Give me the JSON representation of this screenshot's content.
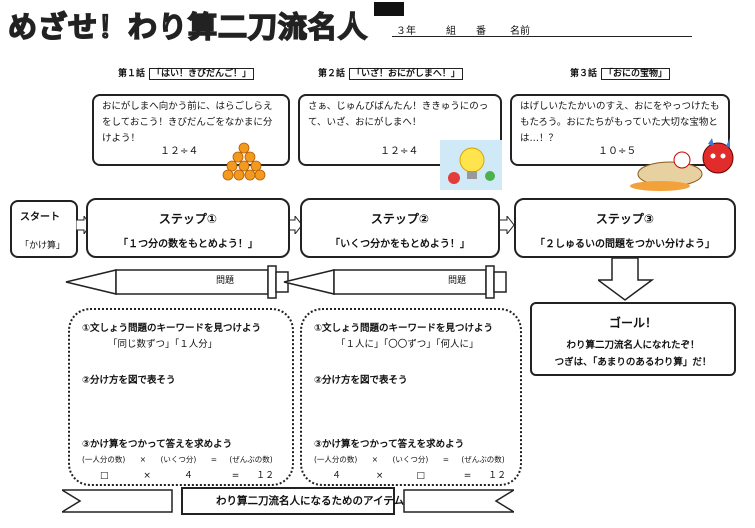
{
  "title": "めざせ！わり算二刀流名人",
  "student_info": {
    "grade": "３年",
    "class": "組",
    "number": "番",
    "name": "名前"
  },
  "episodes": [
    {
      "label": "第１話",
      "title": "「はい！きびだんご！」"
    },
    {
      "label": "第２話",
      "title": "「いざ！おにがしまへ！」"
    },
    {
      "label": "第３話",
      "title": "「おにの宝物」"
    }
  ],
  "stories": [
    {
      "text": "おにがしまへ向かう前に、はらごしらえをしておこう！きびだんごをなかまに分けよう！",
      "calc": "１２÷４"
    },
    {
      "text": "さぁ、じゅんびばんたん！ききゅうにのって、いざ、おにがしまへ！",
      "calc": "１２÷４"
    },
    {
      "text": "はげしいたたかいのすえ、おにをやっつけたももたろう。おにたちがもっていた大切な宝物とは…！？",
      "calc": "１０÷５"
    }
  ],
  "start": {
    "label": "スタート",
    "sub": "「かけ算」"
  },
  "steps": [
    {
      "heading": "ステップ①",
      "text": "「１つ分の数をもとめよう！」"
    },
    {
      "heading": "ステップ②",
      "text": "「いくつ分かをもとめよう！」"
    },
    {
      "heading": "ステップ③",
      "text": "「２しゅるいの問題をつかい分けよう」"
    }
  ],
  "pencils": [
    {
      "label": "問題"
    },
    {
      "label": "問題"
    }
  ],
  "worksheets": [
    {
      "q1": "①文しょう問題のキーワードを見つけよう",
      "keywords": "「同じ数ずつ」「１人分」",
      "q2": "②分け方を図で表そう",
      "q3": "③かけ算をつかって答えを求めよう",
      "eq_headers": [
        "(一人分の数)",
        "×",
        "(いくつ分)",
        "=",
        "(ぜんぶの数)"
      ],
      "eq_values": [
        "□",
        "×",
        "４",
        "=",
        "１２"
      ]
    },
    {
      "q1": "①文しょう問題のキーワードを見つけよう",
      "keywords": "「１人に」「〇〇ずつ」「何人に」",
      "q2": "②分け方を図で表そう",
      "q3": "③かけ算をつかって答えを求めよう",
      "eq_headers": [
        "(一人分の数)",
        "×",
        "(いくつ分)",
        "=",
        "(ぜんぶの数)"
      ],
      "eq_values": [
        "４",
        "×",
        "□",
        "=",
        "１２"
      ]
    }
  ],
  "goal": {
    "heading": "ゴール！",
    "line1": "わり算二刀流名人になれたぞ！",
    "line2": "つぎは、「あまりのあるわり算」だ！"
  },
  "item_banner": "わり算二刀流名人になるためのアイテム"
}
